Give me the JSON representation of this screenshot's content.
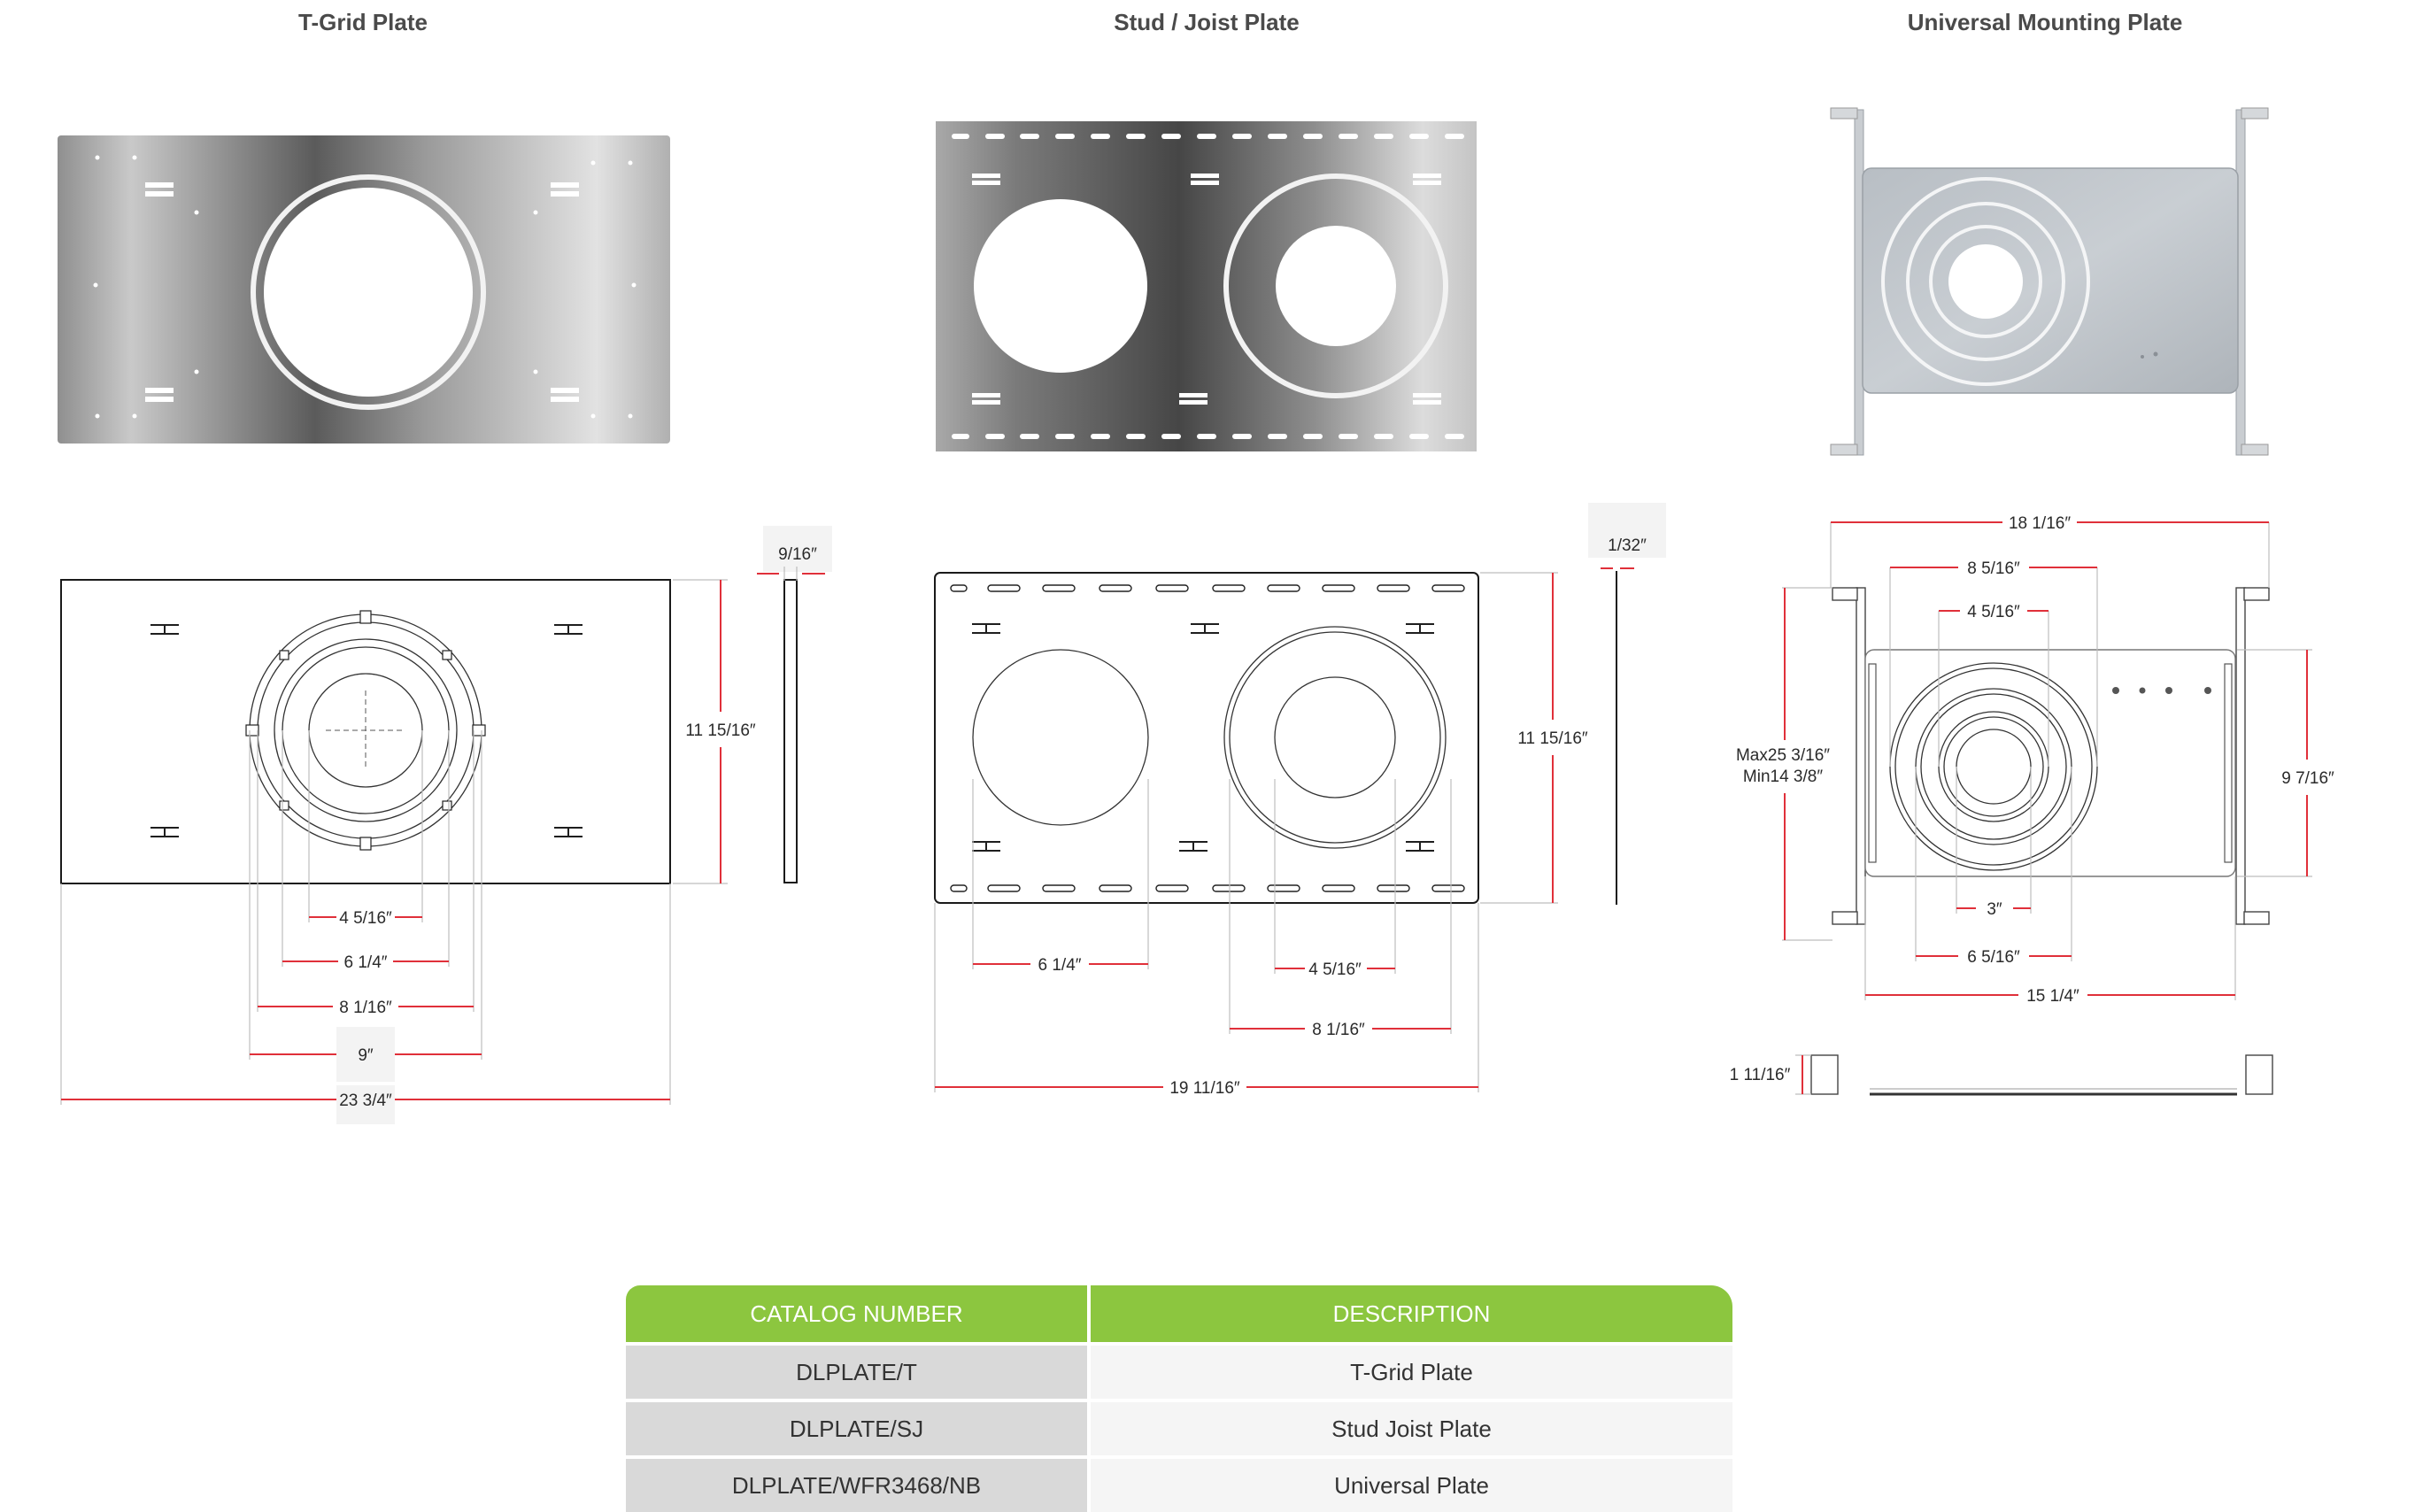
{
  "titles": {
    "tgrid": "T-Grid Plate",
    "studjoist": "Stud / Joist Plate",
    "universal": "Universal Mounting Plate"
  },
  "tgrid_dims": {
    "height": "11 15/16″",
    "thickness": "9/16″",
    "d1": "4 5/16″",
    "d2": "6 1/4″",
    "d3": "8 1/16″",
    "d4": "9″",
    "width": "23 3/4″"
  },
  "studjoist_dims": {
    "height": "11 15/16″",
    "thickness": "1/32″",
    "hole_left": "6 1/4″",
    "hole_inner": "4 5/16″",
    "hole_outer": "8 1/16″",
    "width": "19 11/16″"
  },
  "universal_dims": {
    "overall": "18 1/16″",
    "ring_outer": "8 5/16″",
    "ring_mid": "4 5/16″",
    "span_max": "Max25 3/16″",
    "span_min": "Min14 3/8″",
    "plate_height": "9 7/16″",
    "ring_inner": "3″",
    "ring_6": "6 5/16″",
    "plate_width": "15 1/4″",
    "depth": "1 11/16″"
  },
  "table": {
    "headers": [
      "CATALOG NUMBER",
      "DESCRIPTION"
    ],
    "rows": [
      {
        "catalog": "DLPLATE/T",
        "description": "T-Grid Plate"
      },
      {
        "catalog": "DLPLATE/SJ",
        "description": "Stud Joist Plate"
      },
      {
        "catalog": "DLPLATE/WFR3468/NB",
        "description": "Universal Plate"
      }
    ]
  },
  "colors": {
    "header_green": "#8cc63f",
    "dimension_red": "#e0303a"
  }
}
